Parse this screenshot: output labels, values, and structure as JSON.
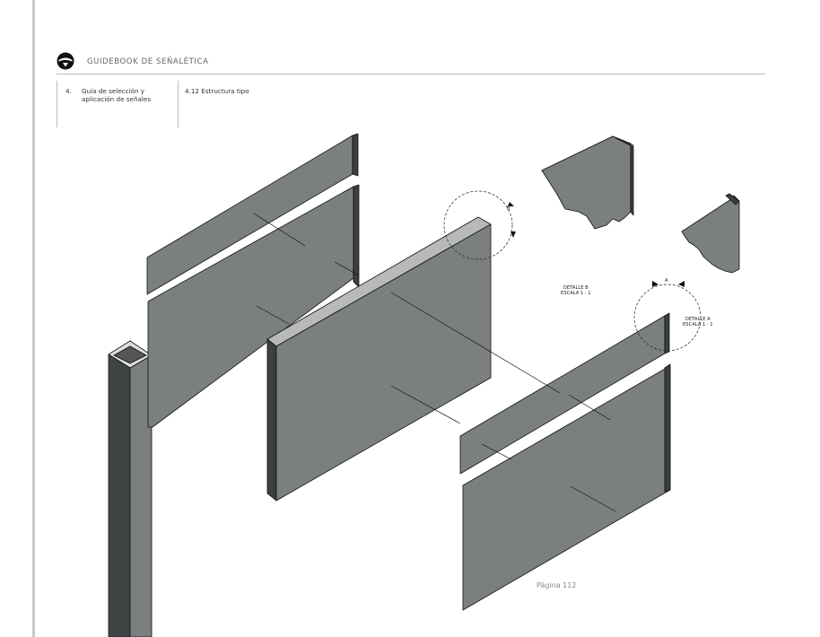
{
  "header": {
    "doc_title": "GUIDEBOOK DE SEÑALÉTICA",
    "logo_icon": "steering-wheel-icon"
  },
  "section": {
    "number": "4.",
    "title": "Guía de selección y aplicación de señales",
    "subsection": "4.12 Estructura tipo"
  },
  "drawing": {
    "detail_b_marker": "B",
    "detail_b_label": "DETALLE B",
    "detail_b_scale": "ESCALA 1 : 1",
    "detail_a_marker": "A",
    "detail_a_label": "DETALLE  A",
    "detail_a_scale": "ESCALA 1 : 1"
  },
  "footer": {
    "page": "Página  112"
  },
  "colors": {
    "panel_face": "#7b7f80",
    "panel_edge": "#3c3e3f",
    "post_dark": "#414445",
    "rule": "#b9b9b9"
  }
}
